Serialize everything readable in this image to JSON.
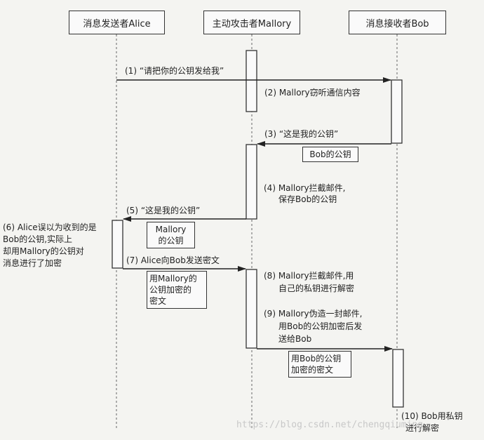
{
  "participants": {
    "alice": "消息发送者Alice",
    "mallory": "主动攻击者Mallory",
    "bob": "消息接收者Bob"
  },
  "steps": {
    "s1": "(1) “请把你的公钥发给我”",
    "s2": "(2) Mallory窃听通信内容",
    "s3": "(3) “这是我的公钥”",
    "s4": [
      "(4) Mallory拦截邮件,",
      "保存Bob的公钥"
    ],
    "s5": "(5) “这是我的公钥”",
    "s6": [
      "(6) Alice误以为收到的是",
      "Bob的公钥,实际上",
      "却用Mallory的公钥对",
      "消息进行了加密"
    ],
    "s7": "(7) Alice向Bob发送密文",
    "s8": [
      "(8) Mallory拦截邮件,用",
      "自己的私钥进行解密"
    ],
    "s9": [
      "(9) Mallory伪造一封邮件,",
      "用Bob的公钥加密后发",
      "送给Bob"
    ],
    "s10": [
      "(10) Bob用私钥",
      "进行解密"
    ]
  },
  "notes": {
    "bob_key": "Bob的公钥",
    "mallory_key": [
      "Mallory",
      "的公钥"
    ],
    "cipher_mallory": [
      "用Mallory的",
      "公钥加密的",
      "密文"
    ],
    "cipher_bob": [
      "用Bob的公钥",
      "加密的密文"
    ]
  },
  "watermark": "https://blog.csdn.net/chengqiuming"
}
